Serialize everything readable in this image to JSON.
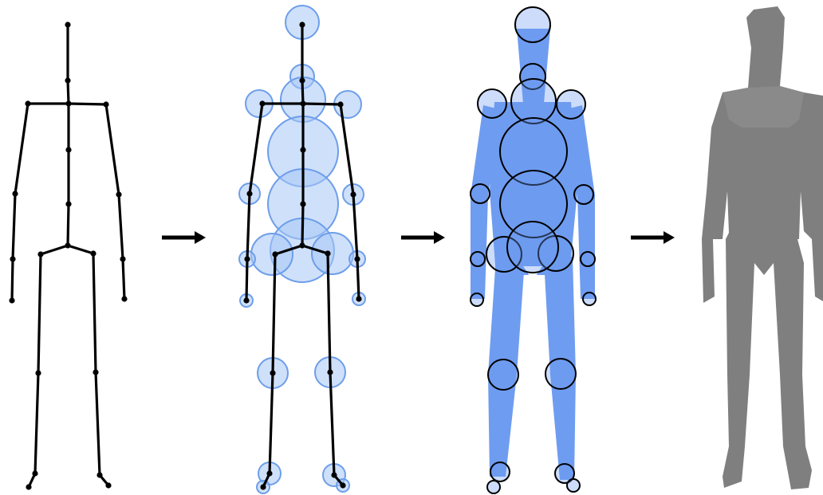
{
  "figure": {
    "panels": [
      {
        "id": "skeleton",
        "style": "black stick figure with joints"
      },
      {
        "id": "joint-spheres",
        "style": "skeleton with translucent light-blue circles at joints"
      },
      {
        "id": "capsule-body",
        "style": "solid blue body with black circle outlines"
      },
      {
        "id": "silhouette",
        "style": "solid gray polygonal silhouette"
      }
    ],
    "arrows": 3
  },
  "colors": {
    "skeleton": "#000000",
    "sphere_fill": "#a8c6f5",
    "sphere_stroke": "#6d9eea",
    "body_fill": "#6e9cf0",
    "silhouette": "#7f7f7f",
    "background": "#ffffff"
  }
}
